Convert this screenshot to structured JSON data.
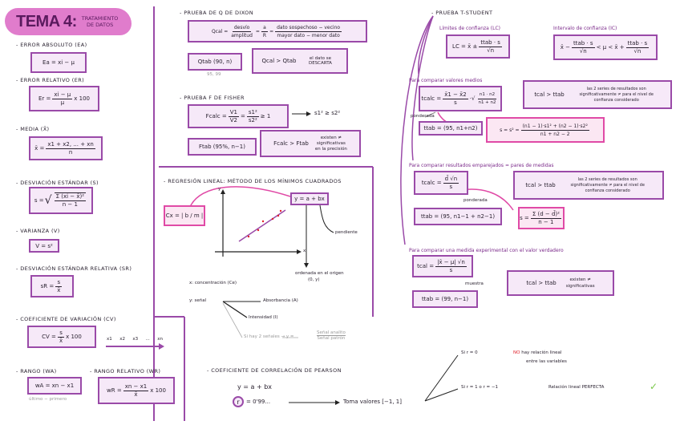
{
  "title": {
    "main": "TEMA 4:",
    "sub_line1": "TRATAMIENTO",
    "sub_line2": "DE DATOS"
  },
  "left": {
    "error_absoluto": {
      "heading": "- Error absoluto (Ea)",
      "formula": "Ea = xi − μ"
    },
    "error_relativo": {
      "heading": "- Error relativo (Er)",
      "lhs": "Er =",
      "num": "xi − μ",
      "den": "μ",
      "tail": "x 100"
    },
    "media": {
      "heading": "- Media (x̄)",
      "lhs": "x̄ =",
      "num": "x1 + x2, ... + xn",
      "den": "n"
    },
    "desviacion": {
      "heading": "- Desviación estándar (s)",
      "lhs": "s =",
      "num": "Σ (xi − x̄)²",
      "den": "n − 1"
    },
    "varianza": {
      "heading": "- Varianza (V)",
      "formula": "V = s²"
    },
    "desv_relativa": {
      "heading": "- Desviación estándar relativa (sR)",
      "lhs": "sR =",
      "num": "s",
      "den": "x̄"
    },
    "cv": {
      "heading": "- Coeficiente de variación (CV)",
      "lhs": "CV =",
      "num": "s",
      "den": "x̄",
      "tail": "x 100"
    },
    "axis_labels": [
      "x1",
      "x2",
      "x3",
      "...",
      "xn"
    ],
    "rango": {
      "heading": "- Rango (wA)",
      "formula": "wA = xn − x1",
      "note": "último − primero"
    },
    "rango_relativo": {
      "heading": "- Rango relativo (wR)",
      "lhs": "wR =",
      "num": "xn − x1",
      "den": "x̄",
      "tail": "x 100"
    }
  },
  "dixon": {
    "heading": "- Prueba de Q de Dixon",
    "qcal": "Qcal =",
    "frac1_num": "desvío",
    "frac1_den": "amplitud",
    "frac2_num": "a",
    "frac2_den": "R",
    "frac3_num": "dato sospechoso − vecino",
    "frac3_den": "mayor dato − menor dato",
    "qtab": "Qtab (90, n)",
    "qtab_note": "95, 99",
    "compare": "Qcal > Qtab",
    "result": "el dato se DESCARTA"
  },
  "fisher": {
    "heading": "- Prueba F de Fisher",
    "lhs": "Fcalc =",
    "num1": "V1",
    "den1": "V2",
    "num2": "s1²",
    "den2": "s2²",
    "tail": "≥ 1",
    "arrow_result": "s1² ≥ s2²",
    "ftab": "Ftab (95%, n−1)",
    "compare": "Fcalc > Ftab",
    "result_line1": "existen ≠",
    "result_line2": "significativas",
    "result_line3": "en la precisión"
  },
  "regresion": {
    "heading": "- Regresión lineal: método de los mínimos cuadrados",
    "equation": "y = a + bx",
    "cx": "Cx = | b / m |",
    "pendiente": "pendiente",
    "ordenada": "ordenada en el origen",
    "ordenada_point": "(0, y)",
    "axis_x": "x",
    "axis_y": "y",
    "x_def": "x: concentración (Ce)",
    "y_def": "y: señal",
    "absorbancia": "Absorbancia (A)",
    "intensidad": "Intensidad (I)",
    "two_signals": "Si hay 2 señales → y =",
    "two_num": "Señal analito",
    "two_den": "Señal patrón"
  },
  "pearson": {
    "heading": "- Coeficiente de correlación de Pearson",
    "eq": "y = a + bx",
    "r": "r",
    "r_value": "= 0'99...",
    "range": "Toma valores [−1, 1]",
    "case0": "Si r = 0",
    "case0_no": "NO",
    "case0_text1": "hay relación lineal",
    "case0_text2": "entre las variables",
    "case1": "Si r = 1 o r = −1",
    "case1_text": "Relación lineal PERFECTA",
    "check": "✓"
  },
  "tstudent": {
    "heading": "- Prueba T-Student",
    "lc_label": "Límites de confianza (LC)",
    "lc_formula": "LC = x̄ ±",
    "lc_num": "ttab · s",
    "lc_den": "√n",
    "ic_label": "Intervalo de confianza (IC)",
    "ic_left": "x̄ −",
    "ic_mid": "< μ < x̄ +",
    "s1": {
      "label": "Para comparar valores medios",
      "tcalc_lhs": "tcalc =",
      "num": "x̄1 − x̄2",
      "den": "s",
      "root_num": "n1 · n2",
      "root_den": "n1 + n2",
      "note": "ponderada",
      "ttab": "ttab = (95, n1+n2)",
      "s_formula_lhs": "s = s² =",
      "s_num": "(n1 − 1)·s1² + (n2 − 1)·s2²",
      "s_den": "n1 + n2 − 2",
      "compare": "tcal > ttab",
      "result": "las 2 series de resultados son significativamente ≠ para el nivel de confianza considerado"
    },
    "s2": {
      "label": "Para comparar resultados emparejados = pares de medidas",
      "tcalc_lhs": "tcalc =",
      "num": "d̄ √n",
      "den": "s",
      "note": "ponderada",
      "ttab": "ttab = (95, n1−1 + n2−1)",
      "s_lhs": "s =",
      "s_num": "Σ (d − d̄)²",
      "s_den": "n − 1",
      "compare": "tcal > ttab",
      "result": "las 2 series de resultados son significativamente ≠ para el nivel de confianza considerado"
    },
    "s3": {
      "label": "Para comparar una medida experimental con el valor verdadero",
      "tcalc_lhs": "tcal =",
      "num": "|x̄ − μ| √n",
      "den": "s",
      "note": "muestra",
      "ttab": "ttab = (99, n−1)",
      "compare": "tcal > ttab",
      "result_line1": "existen ≠",
      "result_line2": "significativas"
    }
  },
  "colors": {
    "purple": "#9a4aa8",
    "pink": "#e04aa6",
    "box_fill": "#f6e9f8",
    "title_blob": "#e07ccc",
    "no_red": "#e0202a",
    "check_green": "#7ac74a"
  }
}
